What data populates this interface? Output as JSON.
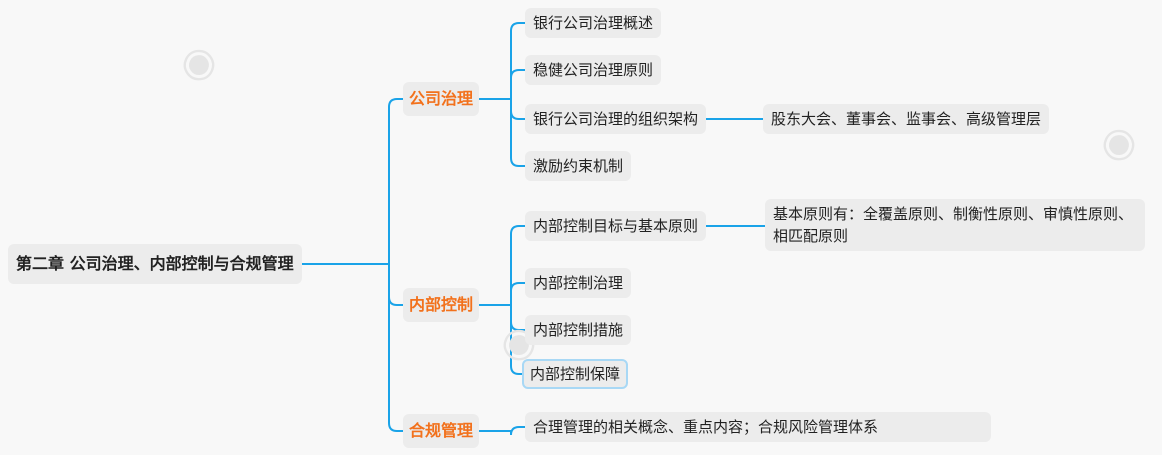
{
  "root": {
    "label": "第二章 公司治理、内部控制与合规管理"
  },
  "branches": [
    {
      "label": "公司治理",
      "children": [
        {
          "label": "银行公司治理概述"
        },
        {
          "label": "稳健公司治理原则"
        },
        {
          "label": "银行公司治理的组织架构",
          "detail": "股东大会、董事会、监事会、高级管理层"
        },
        {
          "label": "激励约束机制"
        }
      ]
    },
    {
      "label": "内部控制",
      "children": [
        {
          "label": "内部控制目标与基本原则",
          "detail": "基本原则有：全覆盖原则、制衡性原则、审慎性原则、相匹配原则"
        },
        {
          "label": "内部控制治理"
        },
        {
          "label": "内部控制措施"
        },
        {
          "label": "内部控制保障"
        }
      ]
    },
    {
      "label": "合规管理",
      "children": [
        {
          "label": "合理管理的相关概念、重点内容；合规风险管理体系"
        }
      ]
    }
  ],
  "colors": {
    "connector": "#1aa3e8",
    "branch_text": "#f2711c",
    "node_bg": "#ececec",
    "selected_border": "#a8d8f5"
  }
}
